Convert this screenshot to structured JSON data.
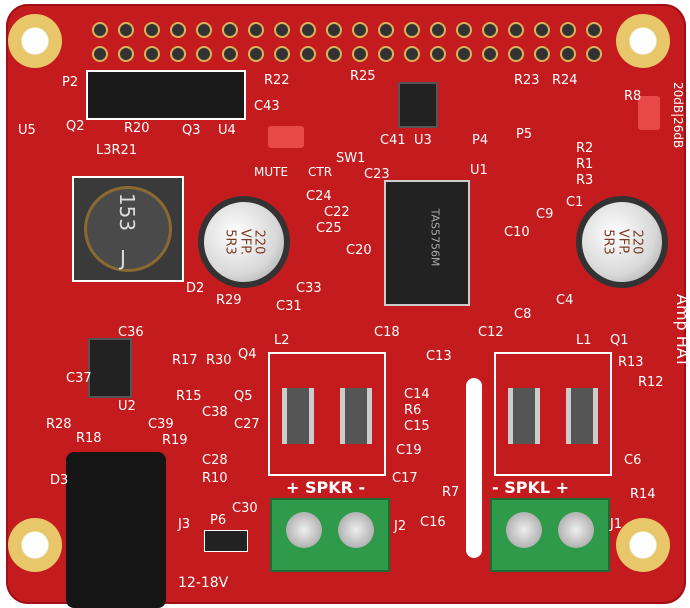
{
  "board": {
    "color": "#c41b1e",
    "product": "Amp HAT",
    "gain_options": "20dB|26dB",
    "power": "12-18V",
    "mute": "MUTE",
    "ctr": "CTR"
  },
  "inductor": {
    "marking1": "153",
    "marking2": "J"
  },
  "capacitors": {
    "left": "220\nVFP.\n5R3",
    "right": "220\nVFP.\n5R3"
  },
  "chip": {
    "marking": "TAS5756M"
  },
  "speakers": {
    "right": "+ SPKR -",
    "left": "- SPKL +"
  },
  "labels": [
    "P2",
    "U5",
    "Q2",
    "R20",
    "Q3",
    "U4",
    "L3R21",
    "R22",
    "C43",
    "R25",
    "U3",
    "C41",
    "P4",
    "R23",
    "R24",
    "R8",
    "P5",
    "R2",
    "R1",
    "R3",
    "C1",
    "C9",
    "C10",
    "SW1",
    "C23",
    "C24",
    "C22",
    "C25",
    "C20",
    "U1",
    "C33",
    "C31",
    "D2",
    "R29",
    "C36",
    "C37",
    "R17",
    "R30",
    "Q4",
    "U2",
    "R15",
    "C38",
    "Q5",
    "R28",
    "R18",
    "C39",
    "R19",
    "C27",
    "L2",
    "L1",
    "C13",
    "C14",
    "R6",
    "C15",
    "C19",
    "C17",
    "R7",
    "C16",
    "C28",
    "R10",
    "C30",
    "J3",
    "P6",
    "J2",
    "J1",
    "D3",
    "R13",
    "R12",
    "Q1",
    "C18",
    "C12",
    "C8",
    "C4",
    "C6",
    "R14"
  ]
}
